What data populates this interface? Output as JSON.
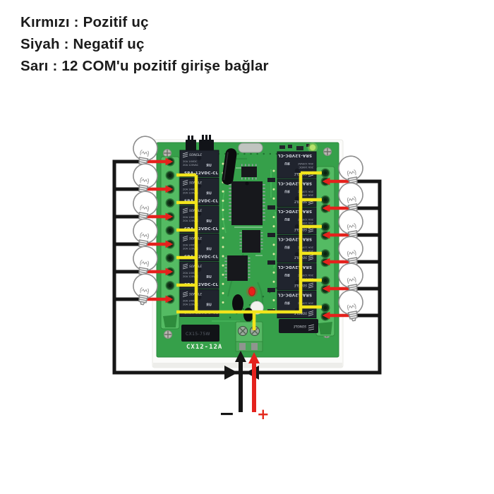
{
  "caption": {
    "lines": [
      "Kırmızı : Pozitif uç",
      "Siyah : Negatif uç",
      "Sarı : 12 COM'u pozitif girişe bağlar"
    ]
  },
  "board": {
    "model": "CX12-12A",
    "relay_label": "SRA-12VDC-CL",
    "relay_brand": "SONGLE",
    "relay_rating_line1": "20A 14VDC",
    "relay_rating_line2": "20A 120VAC",
    "relay_mark": "ЯU",
    "power_module_label": "CX15-75W",
    "relay_count": 12,
    "channels_per_side": 6
  },
  "power": {
    "negative_label": "−",
    "positive_label": "+"
  },
  "bulbs": {
    "left_count": 6,
    "right_count": 6
  },
  "colors": {
    "wire_positive_red": "#e4221d",
    "wire_negative_black": "#161616",
    "wire_com_yellow": "#f2e41c",
    "pcb_green": "#36a04a",
    "terminal_green": "#54bb63",
    "relay_body": "#20242e"
  }
}
